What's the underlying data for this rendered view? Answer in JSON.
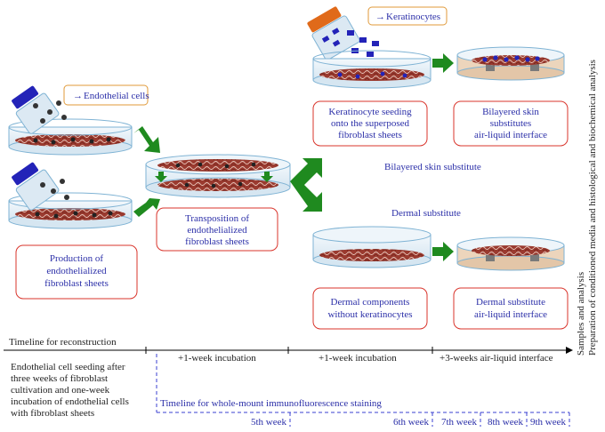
{
  "labels": {
    "keratinocytes": "Keratinocytes",
    "endothelial_cells": "Endothelial cells",
    "production": [
      "Production of",
      "endothelialized",
      "fibroblast sheets"
    ],
    "transposition": [
      "Transposition of",
      "endothelialized",
      "fibroblast sheets"
    ],
    "keratinocyte_seeding": [
      "Keratinocyte seeding",
      "onto the superposed",
      "fibroblast sheets"
    ],
    "bilayered_ali": [
      "Bilayered skin",
      "substitutes",
      "air-liquid interface"
    ],
    "bilayered_skin_substitute": "Bilayered skin substitute",
    "dermal_substitute": "Dermal substitute",
    "dermal_components": [
      "Dermal components",
      "without keratinocytes"
    ],
    "dermal_ali": [
      "Dermal substitute",
      "air-liquid interface"
    ],
    "right_side": [
      "Samples and analysis",
      "Preparation of conditioned media and histological and biochemical analysis"
    ]
  },
  "timeline": {
    "title": "Timeline for reconstruction",
    "seeding_note": [
      "Endothelial cell seeding after",
      "three weeks of fibroblast",
      "cultivation and one-week",
      "incubation of endothelial cells",
      "with fibroblast sheets"
    ],
    "step1": "+1-week incubation",
    "step2": "+1-week incubation",
    "step3": "+3-weeks air-liquid interface",
    "staining_title": "Timeline for whole-mount immunofluorescence staining",
    "weeks": [
      "5th week",
      "6th week",
      "7th week",
      "8th week",
      "9th week"
    ]
  },
  "colors": {
    "text_blue": "#2b2fa8",
    "box_red": "#d9342b",
    "arrow_green": "#1f8a1f",
    "label_orange": "#e09a3a",
    "dish": "#7fb3d4",
    "tissue": "#8a2e26",
    "cap_blue": "#2323b8",
    "cap_orange": "#e06a1a"
  }
}
